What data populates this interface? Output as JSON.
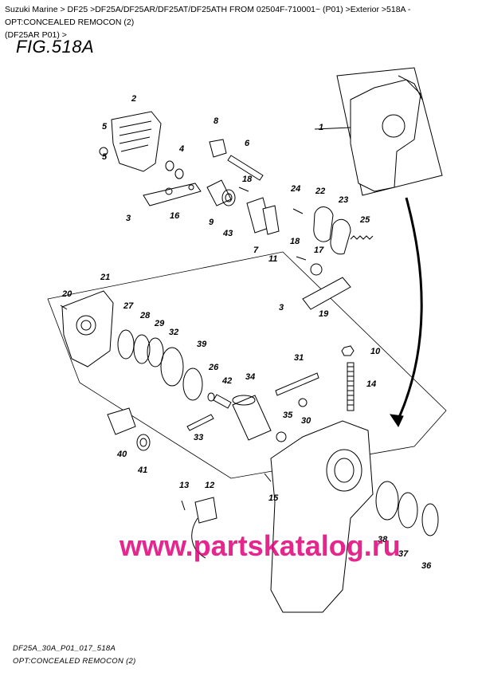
{
  "breadcrumb": {
    "line1": "Suzuki Marine > DF25 >DF25A/DF25AR/DF25AT/DF25ATH FROM 02504F-710001~ (P01) >Exterior >518A - OPT:CONCEALED REMOCON (2)",
    "line2": "(DF25AR P01) >"
  },
  "figure_title": "FIG.518A",
  "footer": {
    "code": "DF25A_30A_P01_017_518A",
    "caption": "OPT:CONCEALED REMOCON (2)"
  },
  "watermark": "www.partskatalog.ru",
  "callouts": [
    "1",
    "2",
    "3",
    "4",
    "5",
    "6",
    "7",
    "8",
    "9",
    "10",
    "11",
    "12",
    "13",
    "14",
    "15",
    "16",
    "17",
    "18",
    "19",
    "20",
    "21",
    "22",
    "23",
    "24",
    "25",
    "26",
    "27",
    "28",
    "29",
    "30",
    "31",
    "32",
    "33",
    "34",
    "35",
    "36",
    "37",
    "38",
    "39",
    "40",
    "41",
    "42",
    "43"
  ],
  "watermark_color": "#e2007a"
}
